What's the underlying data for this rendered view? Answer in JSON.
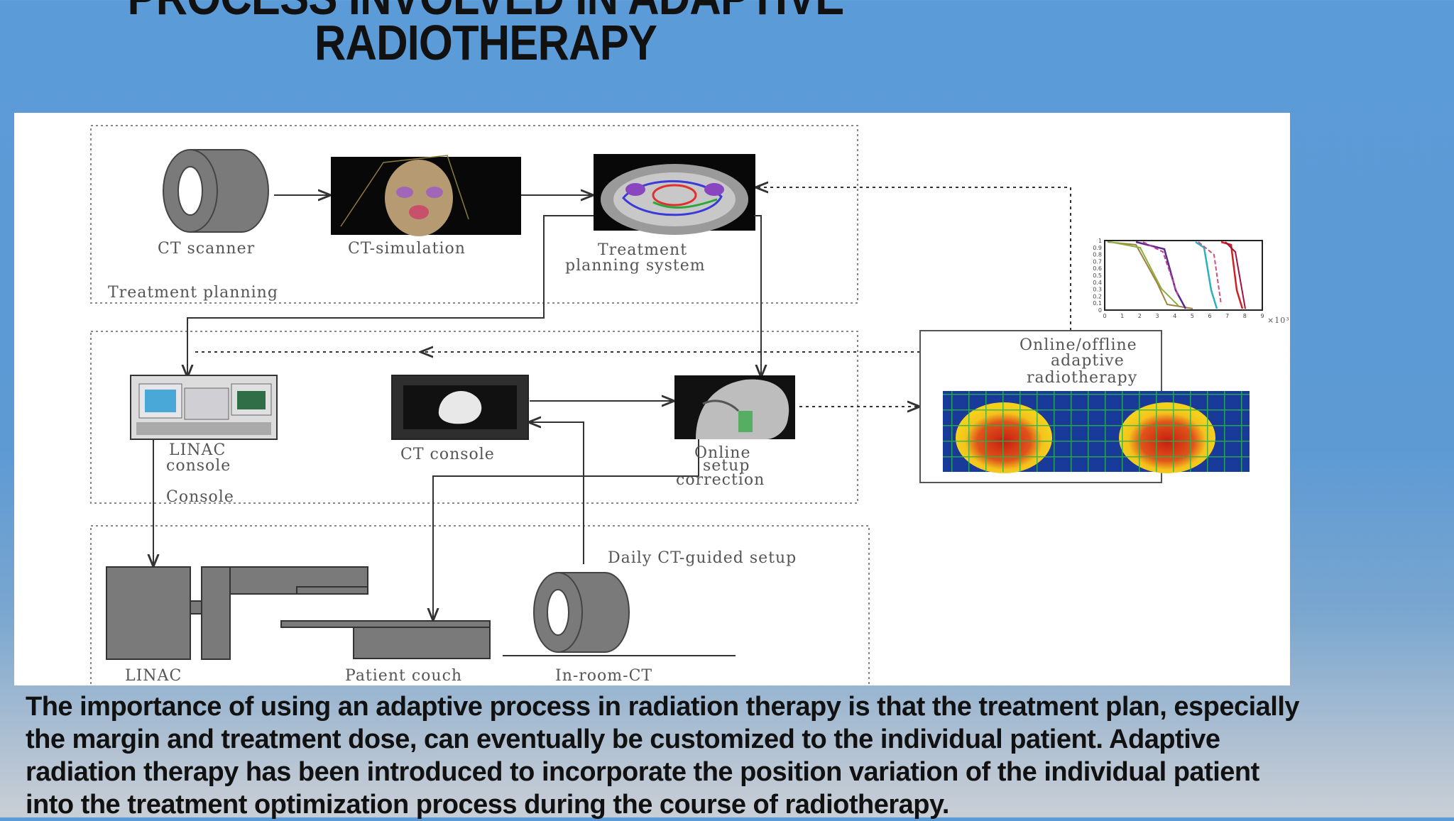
{
  "title": {
    "line1": "PROCESS INVOLVED IN ADAPTIVE",
    "line2": "RADIOTHERAPY"
  },
  "diagram": {
    "nodes": {
      "ct_scanner": "CT scanner",
      "ct_simulation": "CT-simulation",
      "tps_line1": "Treatment",
      "tps_line2": "planning system",
      "linac_console_line1": "LINAC",
      "linac_console_line2": "console",
      "ct_console": "CT console",
      "online_setup_line1": "Online",
      "online_setup_line2": "setup",
      "online_setup_line3": "correction",
      "linac": "LINAC",
      "patient_couch": "Patient couch",
      "in_room_ct": "In-room-CT",
      "adaptive_line1": "Online/offline",
      "adaptive_line2": "adaptive",
      "adaptive_line3": "radiotherapy"
    },
    "groups": {
      "treatment_planning": "Treatment planning",
      "console": "Console",
      "daily_setup": "Daily CT-guided setup"
    },
    "dvh": {
      "y_ticks": [
        "0",
        "0.1",
        "0.2",
        "0.3",
        "0.4",
        "0.5",
        "0.6",
        "0.7",
        "0.8",
        "0.9",
        "1"
      ],
      "x_ticks": [
        "0",
        "1",
        "2",
        "3",
        "4",
        "5",
        "6",
        "7",
        "8",
        "9"
      ],
      "x_unit": "×10³"
    }
  },
  "caption": "The importance of using an adaptive process in radiation therapy is that the treatment plan, especially the margin and treatment dose, can eventually be customized to the individual patient. Adaptive radiation therapy has been introduced to incorporate the position variation of the individual patient into the treatment optimization process during the course of radiotherapy.",
  "colors": {
    "background": "#5b9bd8",
    "diagram_gray": "#777777"
  }
}
